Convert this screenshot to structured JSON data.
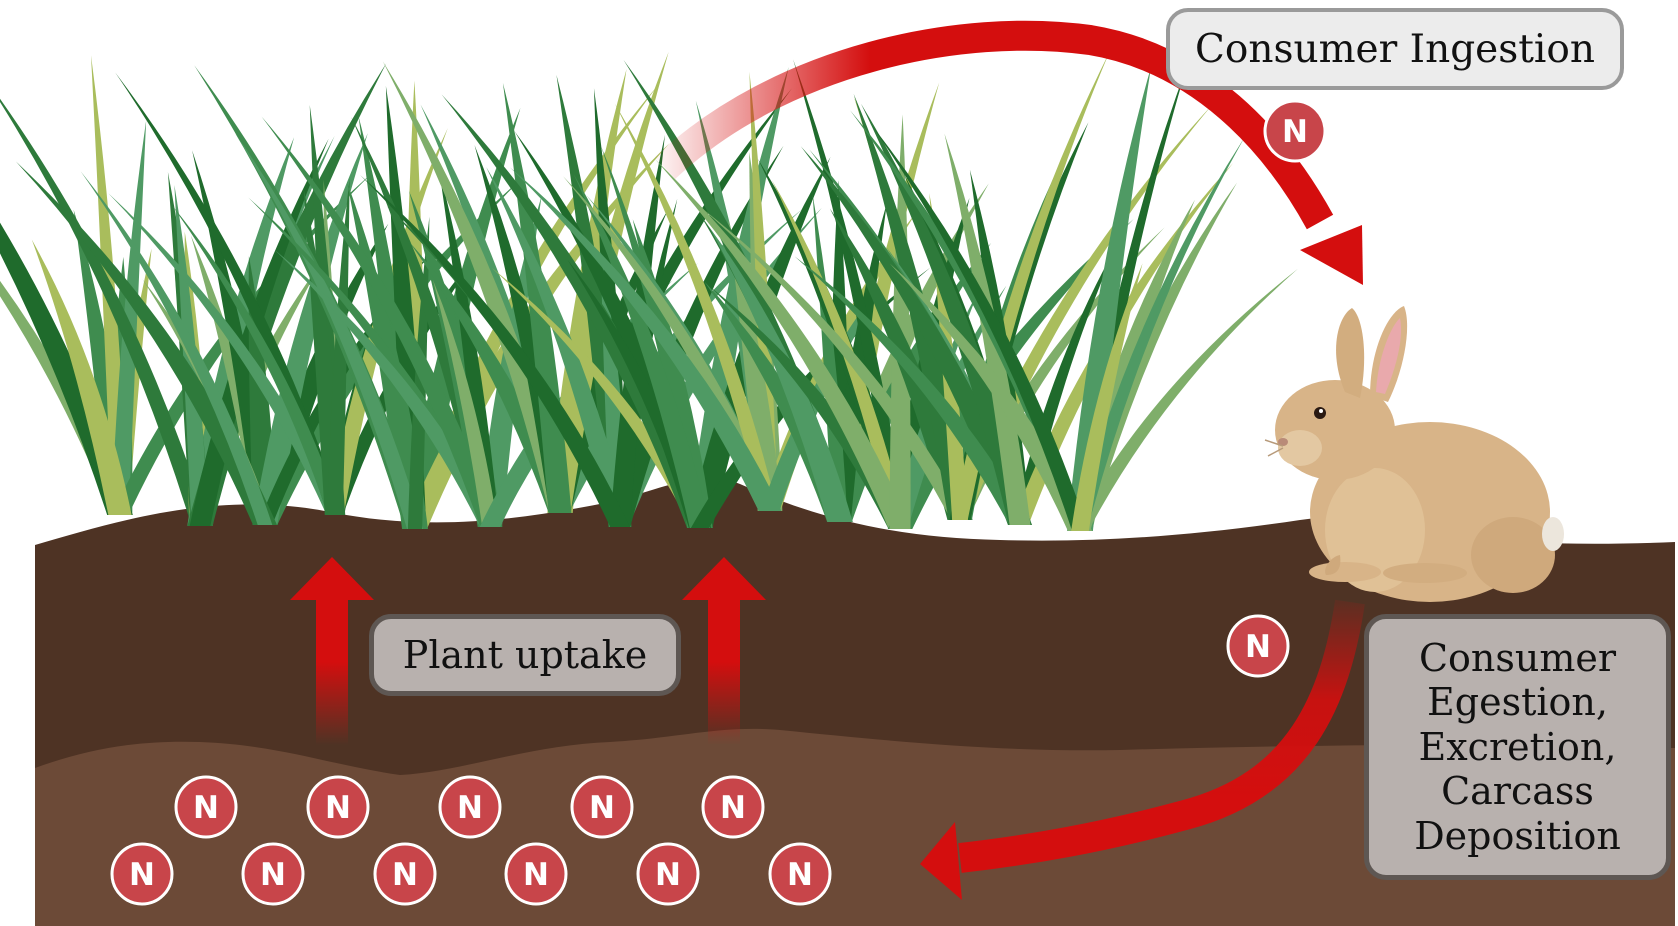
{
  "labels": {
    "consumer_ingestion": "Consumer Ingestion",
    "plant_uptake": "Plant uptake",
    "consumer_egestion_lines": [
      "Consumer",
      "Egestion,",
      "Excretion,",
      "Carcass",
      "Deposition"
    ]
  },
  "nitrogen_symbol": "N",
  "colors": {
    "arrow_red": "#d40e0e",
    "nitrogen_fill": "#c8454a",
    "topsoil": "#4e3324",
    "subsoil": "#6c4a37",
    "grass_dark": "#1f6b2c",
    "grass_mid": "#4f9a64",
    "grass_light": "#a9bd5c",
    "rabbit": "#d8b488"
  }
}
